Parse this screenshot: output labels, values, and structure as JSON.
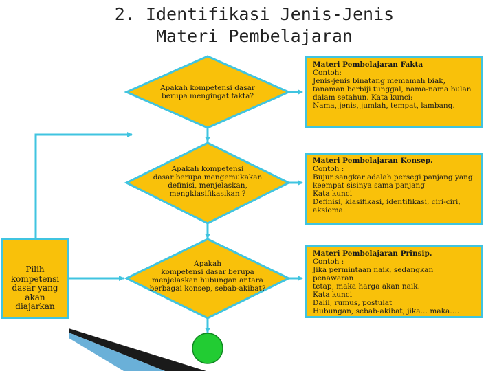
{
  "title": {
    "line1": "2. Identifikasi Jenis-Jenis",
    "line2": "Materi Pembelajaran"
  },
  "left_box": {
    "lines": [
      "Pilih",
      "kompetensi",
      "dasar yang",
      "akan",
      "diajarkan"
    ]
  },
  "diamonds": [
    {
      "lines": [
        "Apakah kompetensi  dasar",
        "berupa  mengingat fakta?"
      ]
    },
    {
      "lines": [
        "Apakah kompetensi",
        "dasar berupa mengemukakan",
        "definisi, menjelaskan,",
        "mengklasifikasikan ?"
      ]
    },
    {
      "lines": [
        "Apakah",
        "kompetensi   dasar berupa",
        "menjelaskan hubungan antara",
        "berbagai konsep, sebab-akibat?"
      ]
    }
  ],
  "boxes": [
    {
      "heading": "Materi Pembelajaran Fakta",
      "lines": [
        "Contoh:",
        "Jenis-jenis binatang memamah biak,",
        "tanaman berbiji tunggal, nama-nama bulan",
        "dalam setahun. Kata kunci:",
        "Nama, jenis, jumlah, tempat, lambang."
      ]
    },
    {
      "heading": "Materi Pembelajaran Konsep.",
      "lines": [
        "Contoh :",
        "Bujur sangkar adalah persegi panjang yang",
        "keempat sisinya sama panjang",
        "Kata kunci",
        "Definisi, klasifikasi, identifikasi, ciri-ciri,",
        "aksioma."
      ]
    },
    {
      "heading": "Materi Pembelajaran Prinsip.",
      "lines": [
        "Contoh :",
        "Jika permintaan naik, sedangkan penawaran",
        "tetap, maka harga akan naik.",
        "Kata kunci",
        "Dalil, rumus, postulat",
        "Hubungan, sebab-akibat, jika… maka…."
      ]
    }
  ],
  "colors": {
    "fill": "#f9c10a",
    "border": "#40c4e0",
    "terminal": "#22cc33"
  }
}
